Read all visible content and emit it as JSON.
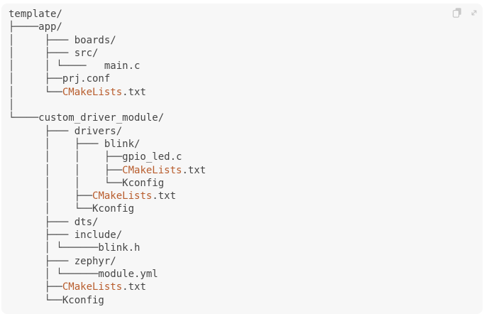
{
  "block": {
    "background": "#f7f7f7",
    "text_color": "#454545",
    "highlight_color": "#b85c2c",
    "icon_color": "#c6c6c6",
    "tree_lines": [
      {
        "segments": [
          {
            "text": "template/"
          }
        ]
      },
      {
        "segments": [
          {
            "text": "├────app/"
          }
        ]
      },
      {
        "segments": [
          {
            "text": "│     ├─── boards/"
          }
        ]
      },
      {
        "segments": [
          {
            "text": "│     ├─── src/"
          }
        ]
      },
      {
        "segments": [
          {
            "text": "│     │ └────   main.c"
          }
        ]
      },
      {
        "segments": [
          {
            "text": "│     ├──prj.conf"
          }
        ]
      },
      {
        "segments": [
          {
            "text": "│     └──"
          },
          {
            "text": "CMakeLists",
            "highlight": true
          },
          {
            "text": ".txt"
          }
        ]
      },
      {
        "segments": [
          {
            "text": "│"
          }
        ]
      },
      {
        "segments": [
          {
            "text": "└────custom_driver_module/"
          }
        ]
      },
      {
        "segments": [
          {
            "text": "      ├─── drivers/"
          }
        ]
      },
      {
        "segments": [
          {
            "text": "      │    ├─── blink/"
          }
        ]
      },
      {
        "segments": [
          {
            "text": "      │    │    ├──gpio_led.c"
          }
        ]
      },
      {
        "segments": [
          {
            "text": "      │    │    ├──"
          },
          {
            "text": "CMakeLists",
            "highlight": true
          },
          {
            "text": ".txt"
          }
        ]
      },
      {
        "segments": [
          {
            "text": "      │    │    └──Kconfig"
          }
        ]
      },
      {
        "segments": [
          {
            "text": "      │    ├──"
          },
          {
            "text": "CMakeLists",
            "highlight": true
          },
          {
            "text": ".txt"
          }
        ]
      },
      {
        "segments": [
          {
            "text": "      │    └──Kconfig"
          }
        ]
      },
      {
        "segments": [
          {
            "text": "      ├─── dts/"
          }
        ]
      },
      {
        "segments": [
          {
            "text": "      ├─── include/"
          }
        ]
      },
      {
        "segments": [
          {
            "text": "      │ └──────blink.h"
          }
        ]
      },
      {
        "segments": [
          {
            "text": "      ├─── zephyr/"
          }
        ]
      },
      {
        "segments": [
          {
            "text": "      │ └──────module.yml"
          }
        ]
      },
      {
        "segments": [
          {
            "text": "      ├──"
          },
          {
            "text": "CMakeLists",
            "highlight": true
          },
          {
            "text": ".txt"
          }
        ]
      },
      {
        "segments": [
          {
            "text": "      └──Kconfig"
          }
        ]
      }
    ]
  },
  "toolbar": {
    "copy_tooltip": "Copy",
    "expand_tooltip": "Expand"
  }
}
